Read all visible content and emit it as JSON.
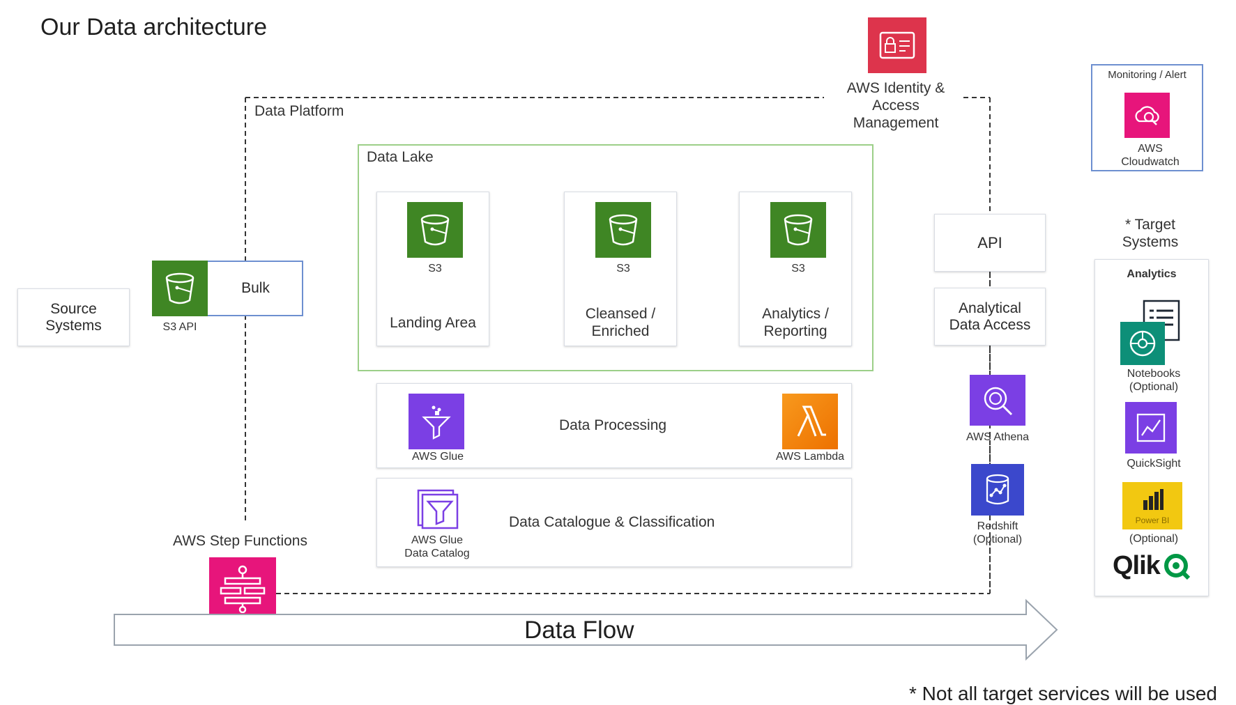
{
  "title": "Our Data architecture",
  "iam": {
    "label_line1": "AWS Identity &",
    "label_line2": "Access",
    "label_line3": "Management"
  },
  "platform": {
    "label": "Data Platform"
  },
  "monitoring": {
    "header": "Monitoring / Alert",
    "label_line1": "AWS",
    "label_line2": "Cloudwatch"
  },
  "source": {
    "line1": "Source",
    "line2": "Systems"
  },
  "ingest": {
    "bulk": "Bulk",
    "s3api": "S3 API"
  },
  "lake": {
    "label": "Data Lake",
    "zones": [
      {
        "service": "S3",
        "line1": "Landing Area",
        "line2": ""
      },
      {
        "service": "S3",
        "line1": "Cleansed /",
        "line2": "Enriched"
      },
      {
        "service": "S3",
        "line1": "Analytics /",
        "line2": "Reporting"
      }
    ]
  },
  "processing": {
    "label": "Data Processing",
    "glue": "AWS Glue",
    "lambda": "AWS Lambda"
  },
  "catalogue": {
    "label": "Data Catalogue & Classification",
    "line1": "AWS Glue",
    "line2": "Data Catalog"
  },
  "stepfn": {
    "label": "AWS Step Functions"
  },
  "access": {
    "api": "API",
    "analytical_line1": "Analytical",
    "analytical_line2": "Data Access",
    "athena": "AWS Athena",
    "redshift_line1": "Redshift",
    "redshift_line2": "(Optional)"
  },
  "targets": {
    "header_line1": "* Target",
    "header_line2": "Systems",
    "section": "Analytics",
    "notebooks_line1": "Notebooks",
    "notebooks_line2": "(Optional)",
    "quicksight": "QuickSight",
    "powerbi_text": "Power BI",
    "powerbi_optional": "(Optional)",
    "qlik": "Qlik"
  },
  "flow": {
    "label": "Data Flow"
  },
  "footnote": "* Not all target services will be used",
  "colors": {
    "s3_green": "#3f8624",
    "iam_red": "#dd344c",
    "glue_purple": "#7b3fe4",
    "lambda_orange": "#ed7100",
    "redshift_blue": "#3b48cc",
    "cloudwatch_pink": "#e7157b",
    "qlik_green": "#009845",
    "powerbi_yellow": "#f2c811"
  }
}
